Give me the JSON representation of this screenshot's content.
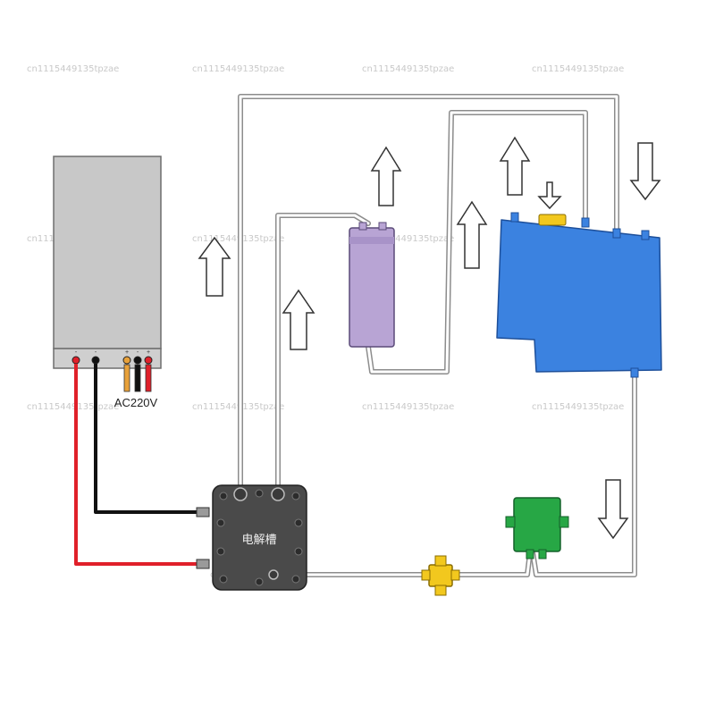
{
  "power_supply": {
    "terminal_minus": "-",
    "terminal_plus": "+",
    "ac_label": "AC220V"
  },
  "electrolyzer": {
    "label": "电解槽"
  },
  "watermark": {
    "text": "cn1115449135tpzae"
  },
  "colors": {
    "power_supply": "#c8c8c8",
    "electrolyzer": "#4a4a4a",
    "separator": "#b8a4d4",
    "tank": "#3b82e0",
    "pump": "#27a745",
    "valve": "#f2c81e",
    "wire_positive": "#e0202a",
    "wire_negative": "#111111"
  }
}
